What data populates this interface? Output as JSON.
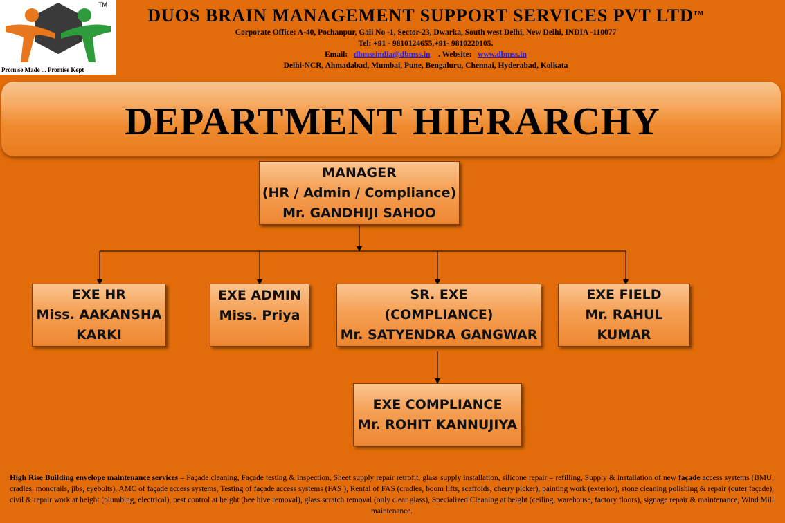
{
  "header": {
    "company_name": "DUOS BRAIN MANAGEMENT  SUPPORT SERVICES  PVT LTD",
    "company_tm": "TM",
    "corporate_office": "Corporate  Office: A-40, Pochanpur,  Gali No -1, Sector-23, Dwarka,  South west Delhi, New Delhi, INDIA  -110077",
    "tel": "Tel:  +91 - 9810124655,+91- 9810220105.",
    "email_label": "Email:",
    "email": "dbmssindia@dbmss.in",
    "website_label": ". Website:",
    "website": "www.dbmss.in",
    "cities": "Delhi-NCR,  Ahmadabad,  Mumbai,  Pune, Bengaluru, Chennai, Hyderabad,  Kolkata"
  },
  "logo": {
    "tm": "TM",
    "tagline": "Promise Made ... Promise Kept",
    "colors": {
      "left_figure": "#E8761C",
      "right_figure": "#2E9B3A",
      "hexagon": "#3A3A3A"
    }
  },
  "title": "DEPARTMENT HIERARCHY",
  "hierarchy": {
    "manager": {
      "lines": [
        "MANAGER",
        "(HR / Admin / Compliance)",
        "Mr. GANDHIJI SAHOO"
      ]
    },
    "exe_hr": {
      "lines": [
        "EXE HR",
        "Miss. AAKANSHA",
        "KARKI"
      ]
    },
    "exe_admin": {
      "lines": [
        "EXE ADMIN",
        "Miss. Priya"
      ]
    },
    "sr_exe_compliance": {
      "lines": [
        "SR. EXE",
        "(COMPLIANCE)",
        "Mr. SATYENDRA GANGWAR"
      ]
    },
    "exe_field": {
      "lines": [
        "EXE FIELD",
        "Mr. RAHUL",
        "KUMAR"
      ]
    },
    "exe_compliance": {
      "lines": [
        "EXE COMPLIANCE",
        "Mr. ROHIT KANNUJIYA"
      ]
    }
  },
  "footer": {
    "lead_bold": "High Rise Building envelope  maintenance  services",
    "body_part1": " – Façade cleaning, Façade testing & inspection, Sheet supply repair retrofit, glass supply installation, silicone repair – refilling,  Supply & installation of new ",
    "facade_bold": "façade",
    "body_part2": "  access systems (BMU, cradles, monorails, jibs, eyebolts), AMC of façade access systems, Testing of façade access systems (FAS ), Rental of FAS (cradles, boom lifts, scaffolds, cherry picker), painting work (exterior),  stone cleaning polishing & repair (outer façade), civil & repair work at height (plumbing, electrical),  pest control at height (bee hive removal),  glass scratch removal (only clear glass), Specialized  Cleaning at height (ceiling,  warehouse, factory floors),  signage repair & maintenance, Wind Mill maintenance."
  },
  "colors": {
    "background": "#E36C0A",
    "node_fill": "#F5A055",
    "node_border": "#7a3a05",
    "link": "#1a1aff"
  }
}
